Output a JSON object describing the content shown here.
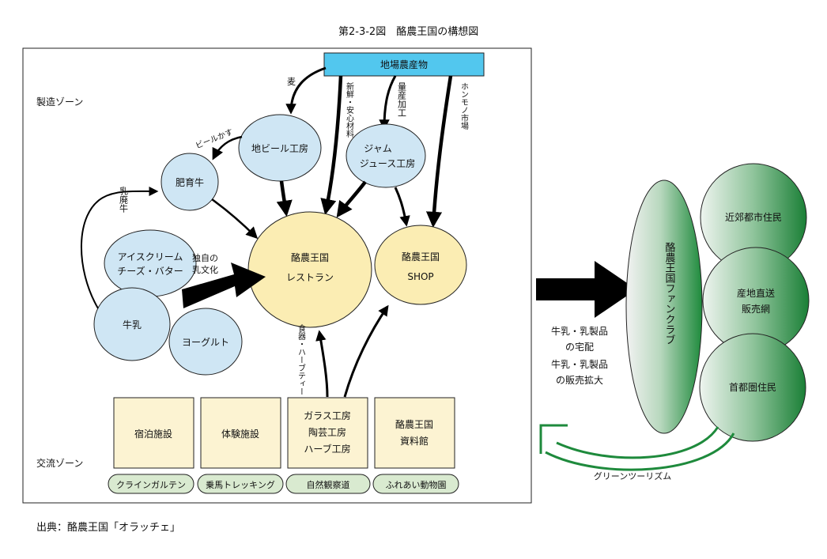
{
  "title": "第2-3-2図　酪農王国の構想図",
  "source": "出典：酪農王国「オラッチェ」",
  "zones": {
    "production": "製造ゾーン",
    "exchange": "交流ゾーン"
  },
  "nodes": {
    "local_produce": "地場農産物",
    "beer_workshop": "地ビール工房",
    "jam_line1": "ジャム",
    "jam_line2": "ジュース工房",
    "fattening_cattle": "肥育牛",
    "icecream_line1": "アイスクリーム",
    "icecream_line2": "チーズ・バター",
    "milk": "牛乳",
    "yogurt": "ヨーグルト",
    "restaurant_line1": "酪農王国",
    "restaurant_line2": "レストラン",
    "shop_line1": "酪農王国",
    "shop_line2": "SHOP",
    "fanclub": "酪農王国ファンクラブ",
    "suburban": "近郊都市住民",
    "direct_line1": "産地直送",
    "direct_line2": "販売網",
    "metro": "首都圏住民"
  },
  "facilities": {
    "lodging": "宿泊施設",
    "experience": "体験施設",
    "craft_line1": "ガラス工房",
    "craft_line2": "陶芸工房",
    "craft_line3": "ハーブ工房",
    "museum_line1": "酪農王国",
    "museum_line2": "資料館"
  },
  "pills": [
    "クラインガルテン",
    "乗馬トレッキング",
    "自然観察道",
    "ふれあい動物園"
  ],
  "labels": {
    "wheat": "麦",
    "fresh_materials": "新鮮・安心材料",
    "mass_processing": "量産加工",
    "genuine_market": "ホンモノ市場",
    "beer_lees": "ビールかす",
    "cull_cow": "乳廃牛",
    "unique_line1": "独自の",
    "unique_line2": "乳文化",
    "tableware": "食器・ハーブティー",
    "delivery_line1": "牛乳・乳製品",
    "delivery_line2": "の宅配",
    "delivery_line3": "牛乳・乳製品",
    "delivery_line4": "の販売拡大",
    "green_tourism": "グリーンツーリズム"
  },
  "colors": {
    "light_blue": "#cfe6f4",
    "cream": "#fbedb3",
    "facility": "#fcf3d2",
    "cyan_bar": "#52c7ee",
    "pill": "#d9ead0",
    "green_dark": "#1e8a3c",
    "arrow_green": "#1e8a3c"
  }
}
